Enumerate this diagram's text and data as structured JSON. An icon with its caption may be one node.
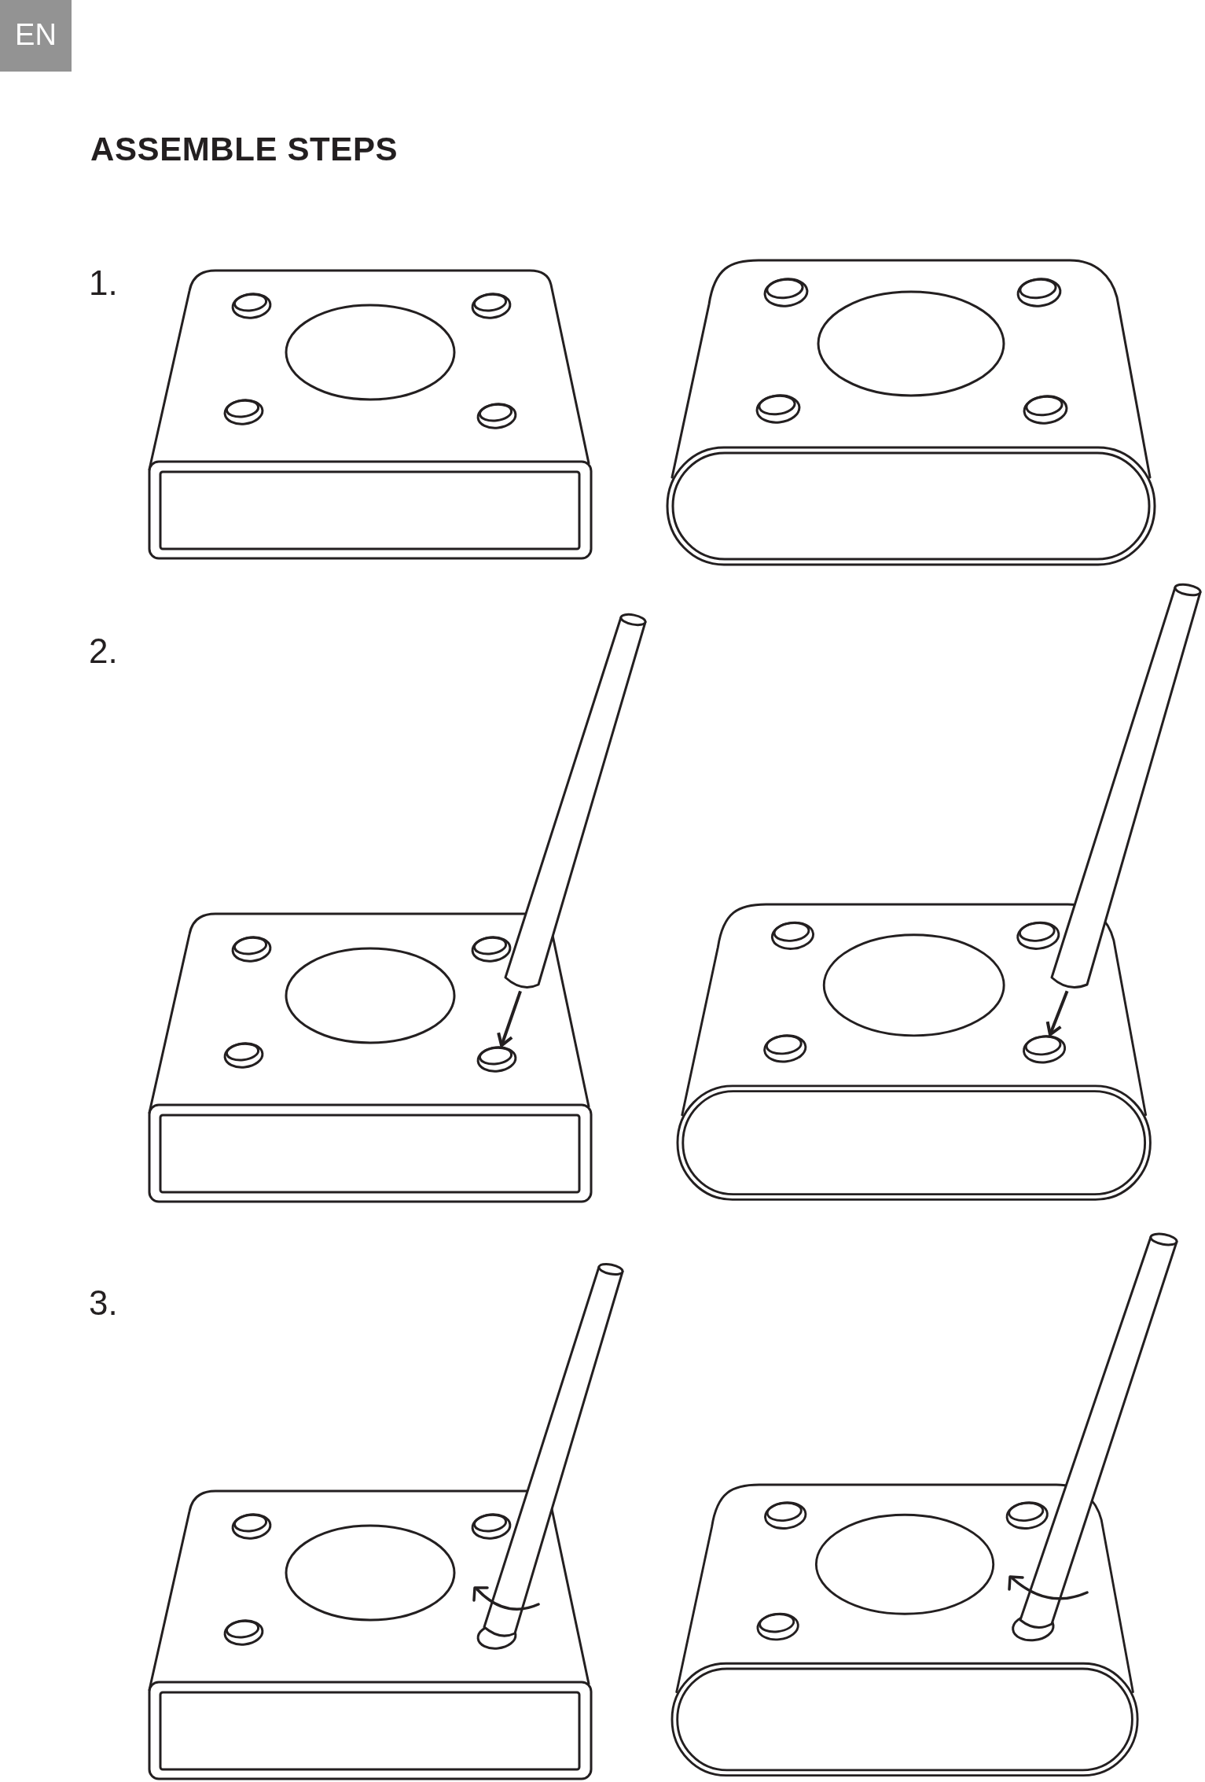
{
  "diagram": {
    "title": "ASSEMBLE STEPS",
    "nodes": [
      {
        "text": [],
        "shape": "circle"
      },
      {
        "text": [],
        "shape": "circle"
      },
      {
        "text": [],
        "shape": "circle"
      },
      {
        "text": [],
        "shape": "circle"
      },
      {
        "text": [],
        "shape": "circle"
      },
      {
        "text": [],
        "shape": "circle"
      },
      {
        "text": [],
        "shape": "circle"
      },
      {
        "text": [],
        "shape": "circle"
      },
      {
        "text": [],
        "shape": "cylinder"
      },
      {
        "text": [],
        "shape": "circle"
      },
      {
        "text": [],
        "shape": "circle"
      },
      {
        "text": [],
        "shape": "circle"
      },
      {
        "text": [],
        "shape": "circle"
      },
      {
        "text": [],
        "shape": "cylinder"
      },
      {
        "text": [],
        "shape": "circle"
      },
      {
        "text": [],
        "shape": "circle"
      },
      {
        "text": [],
        "shape": "circle"
      },
      {
        "text": [],
        "shape": "circle"
      },
      {
        "text": [],
        "shape": "cylinder"
      },
      {
        "text": [],
        "shape": "circle"
      },
      {
        "text": [],
        "shape": "circle"
      },
      {
        "text": [],
        "shape": "circle"
      },
      {
        "text": [],
        "shape": "cylinder"
      },
      {
        "text": [],
        "shape": "circle"
      },
      {
        "text": [],
        "shape": "circle"
      },
      {
        "text": [],
        "shape": "circle"
      }
    ],
    "edges": [
      {
        "from": 8,
        "to": 12,
        "arrow": "to"
      },
      {
        "from": 13,
        "to": 17,
        "arrow": "to"
      }
    ],
    "labels": [
      "EN",
      "1.",
      "2.",
      "3."
    ]
  }
}
